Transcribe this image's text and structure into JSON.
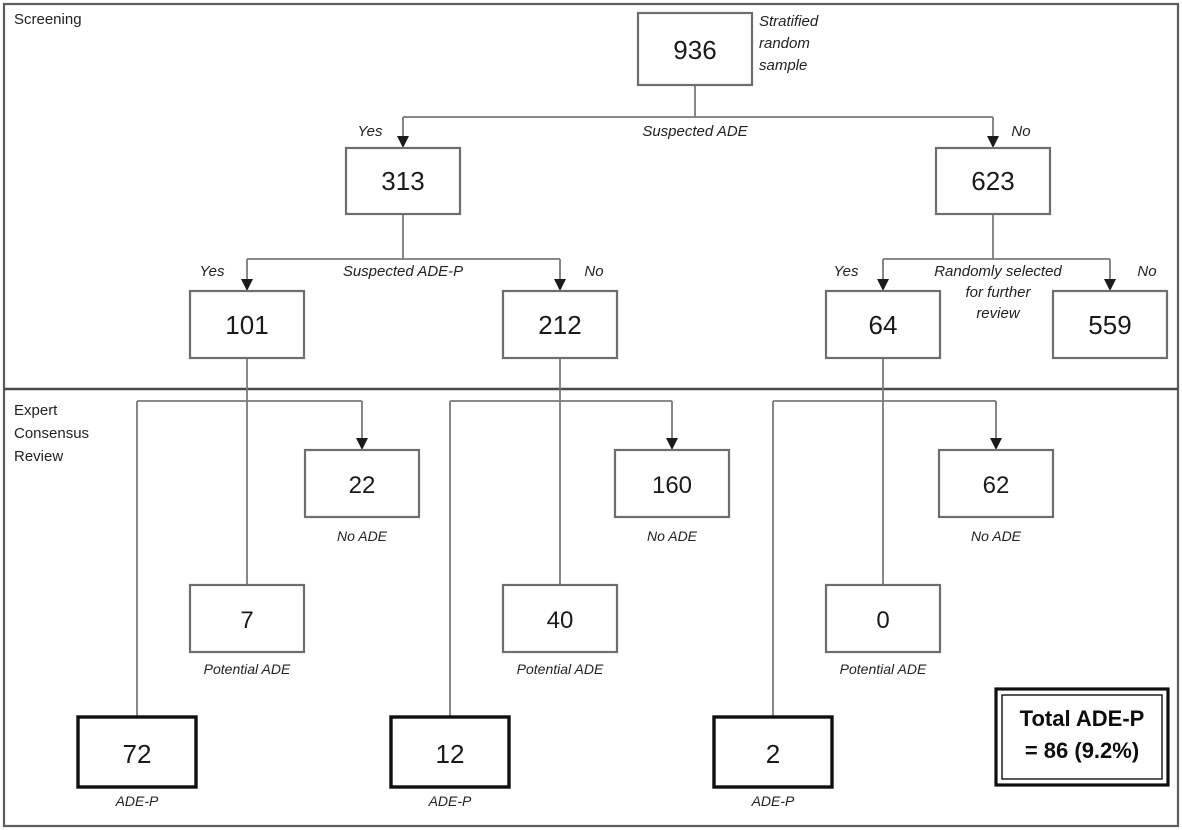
{
  "diagram": {
    "title_sections": [
      {
        "id": "screening",
        "label": "Screening"
      },
      {
        "id": "expert-consensus-review",
        "label": "Expert\nConsensus\nReview"
      }
    ],
    "section_screening_label": "Screening",
    "section_expert_label_line1": "Expert",
    "section_expert_label_line2": "Consensus",
    "section_expert_label_line3": "Review",
    "nodes": {
      "root": {
        "value": "936",
        "annotation_line1": "Stratified",
        "annotation_line2": "random",
        "annotation_line3": "sample"
      },
      "suspected_ade_yes": {
        "value": "313"
      },
      "suspected_ade_no": {
        "value": "623"
      },
      "adep_yes": {
        "value": "101"
      },
      "adep_no": {
        "value": "212"
      },
      "review_yes": {
        "value": "64"
      },
      "review_no": {
        "value": "559"
      },
      "no_ade_left": {
        "value": "22",
        "caption": "No ADE"
      },
      "no_ade_mid": {
        "value": "160",
        "caption": "No ADE"
      },
      "no_ade_right": {
        "value": "62",
        "caption": "No ADE"
      },
      "potential_ade_left": {
        "value": "7",
        "caption": "Potential ADE"
      },
      "potential_ade_mid": {
        "value": "40",
        "caption": "Potential ADE"
      },
      "potential_ade_right": {
        "value": "0",
        "caption": "Potential ADE"
      },
      "adep_left": {
        "value": "72",
        "caption": "ADE-P"
      },
      "adep_mid": {
        "value": "12",
        "caption": "ADE-P"
      },
      "adep_right": {
        "value": "2",
        "caption": "ADE-P"
      }
    },
    "edge_labels": {
      "suspected_ade": "Suspected ADE",
      "suspected_adep": "Suspected ADE-P",
      "randomly_selected_line1": "Randomly selected",
      "randomly_selected_line2": "for further",
      "randomly_selected_line3": "review",
      "yes_1": "Yes",
      "no_1": "No",
      "yes_2": "Yes",
      "no_2": "No",
      "yes_3": "Yes",
      "no_3": "No"
    },
    "total_box": {
      "line1": "Total ADE-P",
      "line2": "= 86 (9.2%)"
    },
    "colors": {
      "box_stroke": "#6e6e6e",
      "bold_box_stroke": "#0f0f0f",
      "connector": "#7a7a7a",
      "text": "#1a1a1a",
      "background": "#ffffff"
    }
  }
}
